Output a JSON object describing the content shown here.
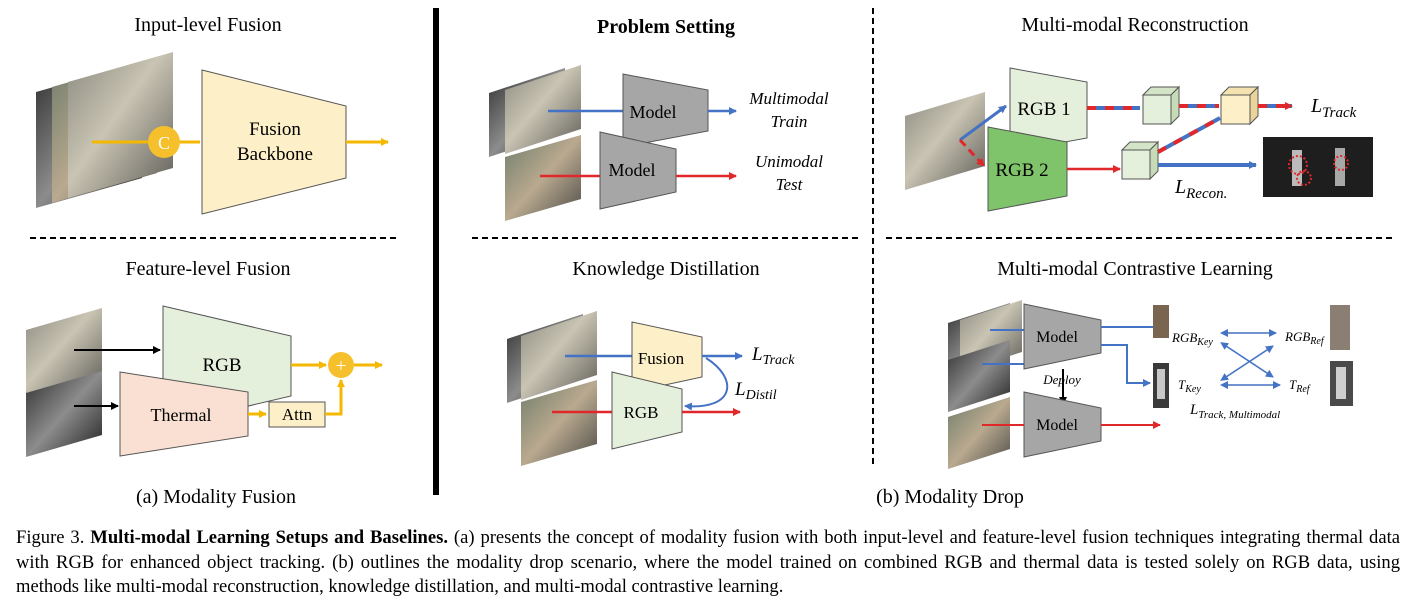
{
  "panel_a": {
    "input_level": {
      "title": "Input-level Fusion",
      "concat_symbol": "C",
      "backbone_line1": "Fusion",
      "backbone_line2": "Backbone"
    },
    "feature_level": {
      "title": "Feature-level Fusion",
      "rgb_label": "RGB",
      "thermal_label": "Thermal",
      "attn_label": "Attn",
      "add_symbol": "+"
    },
    "subcaption": "(a) Modality Fusion"
  },
  "panel_b": {
    "problem_setting": {
      "title": "Problem Setting",
      "model_top": "Model",
      "model_bottom": "Model",
      "train_line1": "Multimodal",
      "train_line2": "Train",
      "test_line1": "Unimodal",
      "test_line2": "Test"
    },
    "knowledge_distillation": {
      "title": "Knowledge Distillation",
      "fusion_label": "Fusion",
      "rgb_label": "RGB",
      "loss_track_main": "L",
      "loss_track_sub": "Track",
      "loss_distil_main": "L",
      "loss_distil_sub": "Distil"
    },
    "reconstruction": {
      "title": "Multi-modal Reconstruction",
      "rgb1_label": "RGB 1",
      "rgb2_label": "RGB 2",
      "loss_track_main": "L",
      "loss_track_sub": "Track",
      "loss_recon_main": "L",
      "loss_recon_sub": "Recon."
    },
    "contrastive": {
      "title": "Multi-modal Contrastive Learning",
      "model_top": "Model",
      "model_bottom": "Model",
      "deploy_label": "Deploy",
      "rgb_key": "RGB",
      "rgb_key_sub": "Key",
      "rgb_ref": "RGB",
      "rgb_ref_sub": "Ref",
      "t_key": "T",
      "t_key_sub": "Key",
      "t_ref": "T",
      "t_ref_sub": "Ref",
      "loss_main": "L",
      "loss_sub": "Track, Multimodal"
    },
    "subcaption": "(b) Modality Drop"
  },
  "caption": {
    "prefix": "Figure 3.",
    "bold_title": "Multi-modal Learning Setups and Baselines.",
    "body": "(a) presents the concept of modality fusion with both input-level and feature-level fusion techniques integrating thermal data with RGB for enhanced object tracking. (b) outlines the modality drop scenario, where the model trained on combined RGB and thermal data is tested solely on RGB data, using methods like multi-modal reconstruction, knowledge distillation, and multi-modal contrastive learning."
  },
  "colors": {
    "fusion_fill": "#fdf0c8",
    "rgb_fill": "#e5f0dc",
    "rgb2_fill": "#7fc36a",
    "thermal_fill": "#f9e0d3",
    "model_fill": "#a6a6a6",
    "concat_fill": "#f5c02b",
    "blue_arrow": "#4472c4",
    "red_arrow": "#e0282a",
    "yellow_arrow": "#f5b800"
  }
}
